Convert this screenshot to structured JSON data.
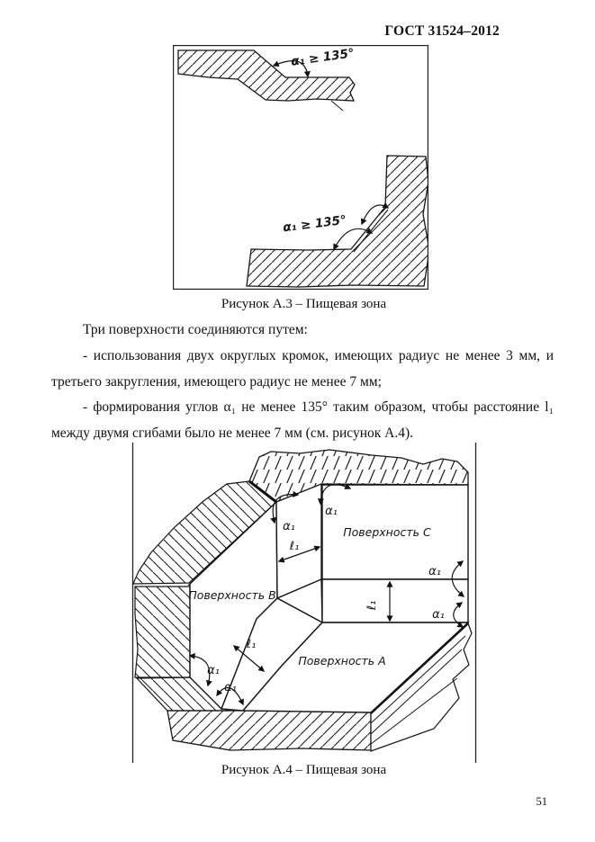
{
  "page": {
    "header_title": "ГОСТ 31524–2012",
    "page_number": "51"
  },
  "figure_a3": {
    "caption": "Рисунок А.3 – Пищевая зона",
    "angle_note": "α₁ ≥ 135°"
  },
  "text": {
    "intro": "Три поверхности соединяются путем:",
    "item1": "- использования двух округлых кромок, имеющих радиус не менее 3 мм, и третьего закругления, имеющего радиус не менее 7 мм;",
    "item2": "- формирования углов α₁ не менее 135° таким образом, чтобы расстояние l₁ между двумя сгибами было не менее 7 мм (см. рисунок А.4)."
  },
  "figure_a4": {
    "caption": "Рисунок А.4 – Пищевая зона",
    "surface_a": "Поверхность А",
    "surface_b": "Поверхность В",
    "surface_c": "Поверхность С",
    "alpha": "α₁",
    "ell": "ℓ₁"
  }
}
